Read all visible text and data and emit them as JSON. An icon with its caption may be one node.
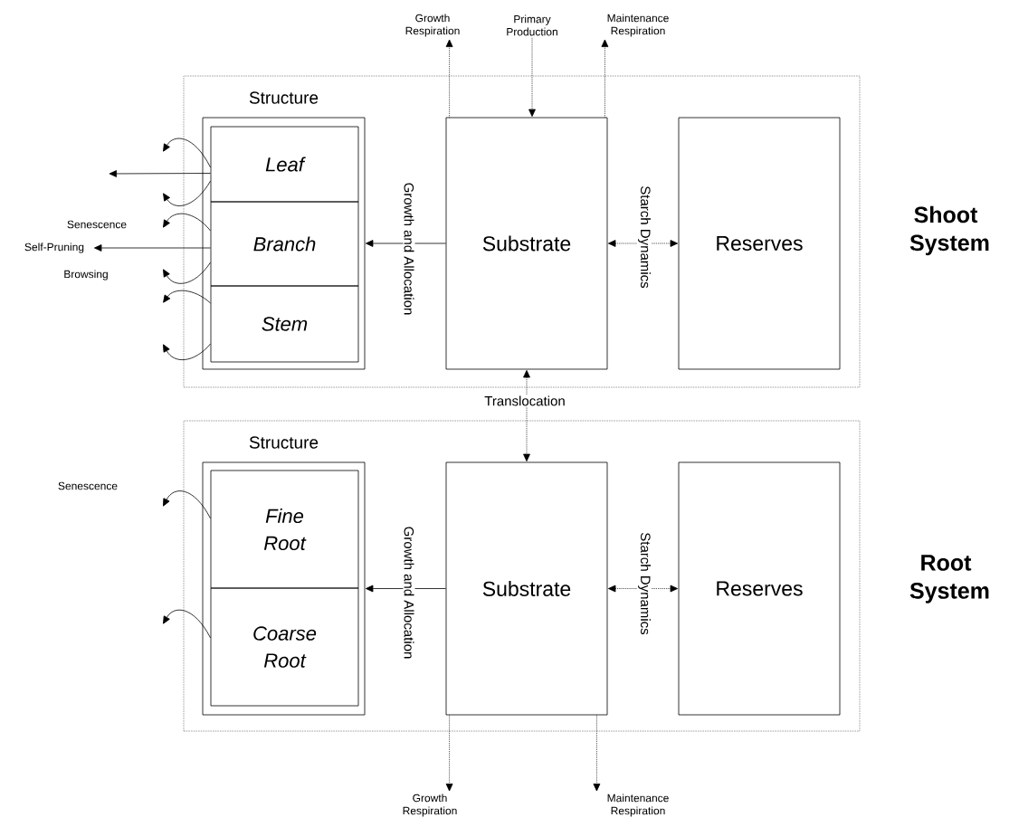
{
  "diagram": {
    "nodes": [
      {
        "text": [],
        "shape": "box",
        "beside": [
          "Shoot System"
        ]
      },
      {
        "text": [
          "Structure"
        ],
        "in": 0
      },
      {
        "text": [
          "Leaf"
        ],
        "in": 1
      },
      {
        "text": [
          "Branch"
        ],
        "in": 1
      },
      {
        "text": [
          "Stem"
        ],
        "in": 1
      },
      {
        "text": [
          "Substrate"
        ],
        "in": 0
      },
      {
        "text": [
          "Reserves"
        ],
        "in": 0
      },
      {
        "text": [
          "Growth Respiration"
        ]
      },
      {
        "text": [
          "Primary Production"
        ]
      },
      {
        "text": [
          "Maintenance Respiration"
        ]
      },
      {
        "text": [
          "Self-Pruning"
        ]
      },
      {
        "text": [],
        "shape": "box",
        "beside": [
          "Root System"
        ]
      },
      {
        "text": [
          "Structure"
        ],
        "in": 11
      },
      {
        "text": [
          "Fine Root"
        ],
        "in": 12
      },
      {
        "text": [
          "Coarse Root"
        ],
        "in": 12
      },
      {
        "text": [
          "Substrate"
        ],
        "in": 11
      },
      {
        "text": [
          "Reserves"
        ],
        "in": 11
      },
      {
        "text": [
          "Growth Respiration"
        ]
      },
      {
        "text": [
          "Maintenance Respiration"
        ]
      }
    ],
    "edges": [
      {
        "from": 5,
        "to": 1,
        "arrow": "to",
        "label": "Growth and Allocation"
      },
      {
        "from": 5,
        "to": 6,
        "arrow": "both",
        "style": "dashed",
        "label": "Starch Dynamics"
      },
      {
        "from": 5,
        "to": 7,
        "arrow": "to",
        "style": "dashed"
      },
      {
        "from": 8,
        "to": 5,
        "arrow": "to",
        "style": "dashed"
      },
      {
        "from": 5,
        "to": 9,
        "arrow": "to",
        "style": "dashed"
      },
      {
        "from": 5,
        "to": 15,
        "arrow": "both",
        "style": "dashed",
        "label": "Translocation"
      },
      {
        "from": 15,
        "to": 12,
        "arrow": "to",
        "label": "Growth and Allocation"
      },
      {
        "from": 15,
        "to": 16,
        "arrow": "both",
        "style": "dashed",
        "label": "Starch Dynamics"
      },
      {
        "from": 15,
        "to": 17,
        "arrow": "to",
        "style": "dashed"
      },
      {
        "from": 15,
        "to": 18,
        "arrow": "to",
        "style": "dashed"
      },
      {
        "from": 3,
        "to": 10,
        "arrow": "to"
      },
      {
        "from": 2,
        "to": null,
        "arrow": "to"
      },
      {
        "from": 2,
        "to": null,
        "arrow": "to"
      },
      {
        "from": 2,
        "to": null,
        "arrow": "to"
      },
      {
        "from": 3,
        "to": null,
        "arrow": "to"
      },
      {
        "from": 3,
        "to": null,
        "arrow": "to"
      },
      {
        "from": 4,
        "to": null,
        "arrow": "to"
      },
      {
        "from": 4,
        "to": null,
        "arrow": "to"
      },
      {
        "from": 13,
        "to": null,
        "arrow": "to"
      },
      {
        "from": 14,
        "to": null,
        "arrow": "to"
      }
    ],
    "labels": [
      "Senescence",
      "Browsing",
      "Senescence"
    ]
  }
}
